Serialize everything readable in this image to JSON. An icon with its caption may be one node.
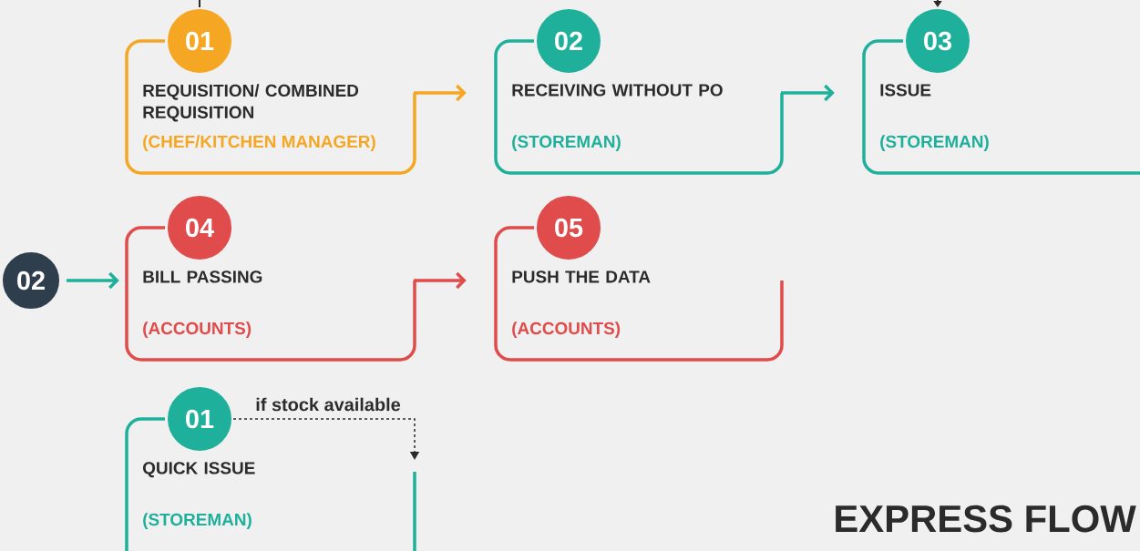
{
  "diagram": {
    "title": "EXPRESS FLOW",
    "nodes": [
      {
        "text": [
          "REQUISITION/ COMBINED REQUISITION",
          "(CHEF/KITCHEN MANAGER)"
        ]
      },
      {
        "text": [
          "01"
        ]
      },
      {
        "text": [
          "RECEIVING WITHOUT PO",
          "(STOREMAN)"
        ]
      },
      {
        "text": [
          "02"
        ]
      },
      {
        "text": [
          "ISSUE",
          "(STOREMAN)"
        ]
      },
      {
        "text": [
          "03"
        ]
      },
      {
        "text": [
          "02"
        ]
      },
      {
        "text": [
          "BILL PASSING",
          "(ACCOUNTS)"
        ]
      },
      {
        "text": [
          "04"
        ]
      },
      {
        "text": [
          "PUSH THE DATA",
          "(ACCOUNTS)"
        ]
      },
      {
        "text": [
          "05"
        ]
      },
      {
        "text": [
          "QUICK ISSUE",
          "(STOREMAN)"
        ]
      },
      {
        "text": [
          "01"
        ]
      }
    ],
    "edges": [
      {
        "from": 0,
        "to": 2,
        "arrow": "to",
        "color": "#f5a623"
      },
      {
        "from": 2,
        "to": 4,
        "arrow": "to",
        "color": "#1eb09a"
      },
      {
        "from": 6,
        "to": 7,
        "arrow": "to",
        "color": "#1eb09a"
      },
      {
        "from": 7,
        "to": 9,
        "arrow": "to",
        "color": "#e04b4b"
      },
      {
        "from": 12,
        "to": 11,
        "arrow": "to",
        "label": "if stock available",
        "style": "dashed",
        "color": "#2b2b2b"
      },
      {
        "from": null,
        "to": 5,
        "arrow": "to",
        "color": "#2b2b2b"
      },
      {
        "from": null,
        "to": 1,
        "arrow": "none",
        "color": "#2b2b2b"
      }
    ]
  }
}
